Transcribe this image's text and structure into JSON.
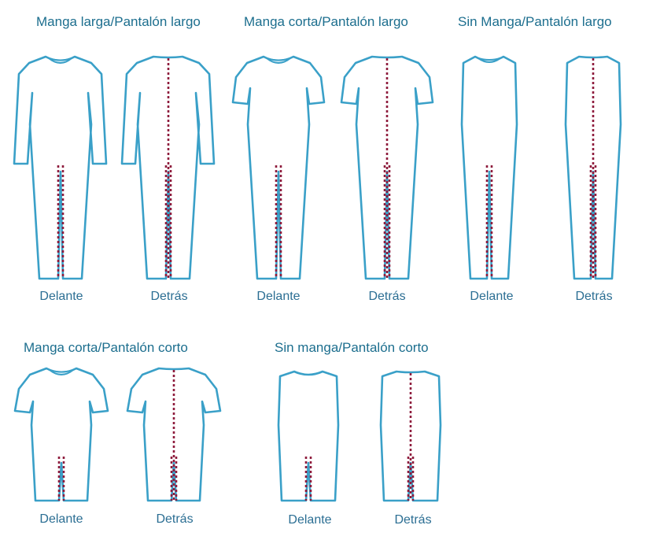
{
  "colors": {
    "outline": "#3aa0c8",
    "zipper": "#8e1b3c",
    "title": "#1c6e8e",
    "caption": "#2b6e93"
  },
  "groups": [
    {
      "title": "Manga larga/Pantalón largo",
      "front_label": "Delante",
      "back_label": "Detrás"
    },
    {
      "title": "Manga corta/Pantalón largo",
      "front_label": "Delante",
      "back_label": "Detrás"
    },
    {
      "title": "Sin Manga/Pantalón largo",
      "front_label": "Delante",
      "back_label": "Detrás"
    },
    {
      "title": "Manga corta/Pantalón corto",
      "front_label": "Delante",
      "back_label": "Detrás"
    },
    {
      "title": "Sin manga/Pantalón corto",
      "front_label": "Delante",
      "back_label": "Detrás"
    }
  ]
}
